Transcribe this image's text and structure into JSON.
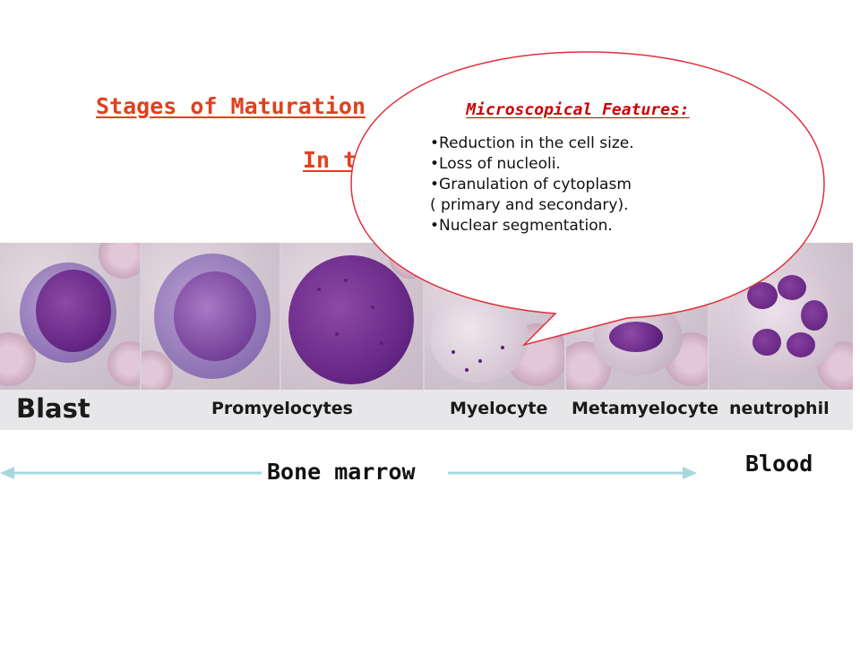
{
  "title": {
    "line1": "Stages of Maturation",
    "line2": "In th"
  },
  "strip": {
    "labels": {
      "blast": "Blast",
      "promyelocytes": "Promyelocytes",
      "myelocyte": "Myelocyte",
      "metamyelocyte": "Metamyelocyte",
      "neutrophil": "neutrophil"
    }
  },
  "callout": {
    "heading": "Microscopical  Features:",
    "items": [
      "•Reduction in the cell size.",
      "•Loss of nucleoli.",
      "•Granulation of cytoplasm",
      "( primary and secondary).",
      "•Nuclear segmentation."
    ],
    "fill_color": "#ffffff",
    "border_color": "#e0303a"
  },
  "arrow_labels": {
    "bone_marrow": "Bone marrow",
    "blood": "Blood"
  },
  "colors": {
    "title": "#e0401d",
    "callout_heading": "#cc0000",
    "arrow": "#a8d8dc"
  }
}
